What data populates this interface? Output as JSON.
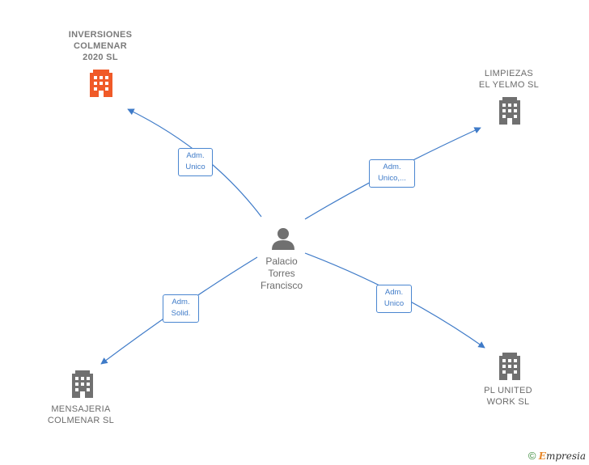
{
  "center": {
    "name_lines": [
      "Palacio",
      "Torres",
      "Francisco"
    ],
    "icon": "person-icon"
  },
  "companies": [
    {
      "id": "inversiones",
      "lines": [
        "INVERSIONES",
        "COLMENAR",
        "2020  SL"
      ],
      "icon": "building-icon",
      "color": "#f05a28",
      "highlight": true
    },
    {
      "id": "limpiezas",
      "lines": [
        "LIMPIEZAS",
        "EL YELMO  SL"
      ],
      "icon": "building-icon",
      "color": "#6b6b6b",
      "highlight": false
    },
    {
      "id": "mensajeria",
      "lines": [
        "MENSAJERIA",
        "COLMENAR  SL"
      ],
      "icon": "building-icon",
      "color": "#6b6b6b",
      "highlight": false
    },
    {
      "id": "plunited",
      "lines": [
        "PL UNITED",
        "WORK SL"
      ],
      "icon": "building-icon",
      "color": "#6b6b6b",
      "highlight": false
    }
  ],
  "roles": [
    {
      "id": "inversiones",
      "lines": [
        "Adm.",
        "Unico"
      ]
    },
    {
      "id": "limpiezas",
      "lines": [
        "Adm.",
        "Unico,..."
      ]
    },
    {
      "id": "mensajeria",
      "lines": [
        "Adm.",
        "Solid."
      ]
    },
    {
      "id": "plunited",
      "lines": [
        "Adm.",
        "Unico"
      ]
    }
  ],
  "colors": {
    "edge": "#3f7bc8",
    "accent": "#f05a28",
    "node": "#6b6b6b"
  },
  "footer": {
    "copyright": "©",
    "brand_first": "E",
    "brand_rest": "mpresia"
  }
}
